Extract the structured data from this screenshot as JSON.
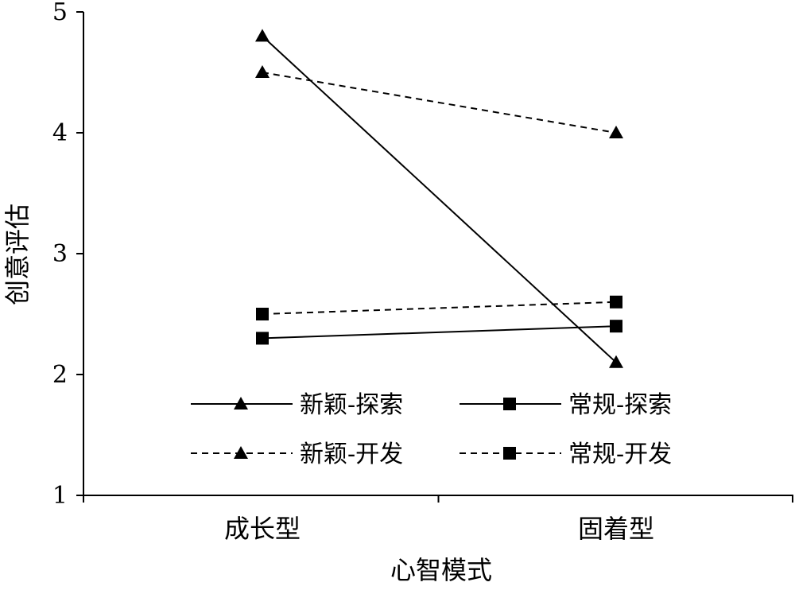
{
  "chart_data": {
    "type": "line",
    "title": "",
    "xlabel": "心智模式",
    "ylabel": "创意评估",
    "categories": [
      "成长型",
      "固着型"
    ],
    "ylim": [
      1,
      5
    ],
    "yticks": [
      "1",
      "2",
      "3",
      "4",
      "5"
    ],
    "grid": false,
    "legend_position": "bottom-center",
    "series": [
      {
        "name": "新颖-探索",
        "marker": "triangle",
        "dash": "solid",
        "values": [
          4.8,
          2.1
        ]
      },
      {
        "name": "常规-探索",
        "marker": "square",
        "dash": "solid",
        "values": [
          2.3,
          2.4
        ]
      },
      {
        "name": "新颖-开发",
        "marker": "triangle",
        "dash": "dashed",
        "values": [
          4.5,
          4.0
        ]
      },
      {
        "name": "常规-开发",
        "marker": "square",
        "dash": "dashed",
        "values": [
          2.5,
          2.6
        ]
      }
    ]
  }
}
